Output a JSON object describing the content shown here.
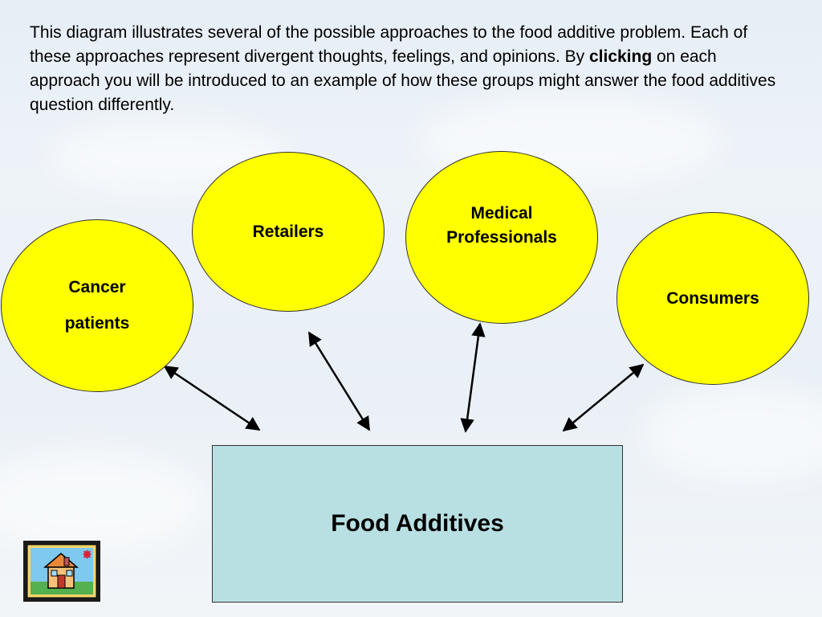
{
  "intro": {
    "before_bold": "This diagram illustrates several of the possible approaches to the food additive problem.  Each of these approaches represent divergent thoughts, feelings, and opinions.  By ",
    "bold": "clicking",
    "after_bold": " on each approach you will be introduced to an example of how these groups might answer the food additives question differently."
  },
  "nodes": {
    "cancer": {
      "line1": "Cancer",
      "line2": "patients"
    },
    "retailers": {
      "label": "Retailers"
    },
    "medical": {
      "line1": "Medical",
      "line2": "Professionals"
    },
    "consumers": {
      "label": "Consumers"
    }
  },
  "center": {
    "label": "Food Additives"
  },
  "colors": {
    "node_fill": "#ffff00",
    "center_fill": "#b8e0e3"
  },
  "icons": {
    "home": "house-icon"
  }
}
